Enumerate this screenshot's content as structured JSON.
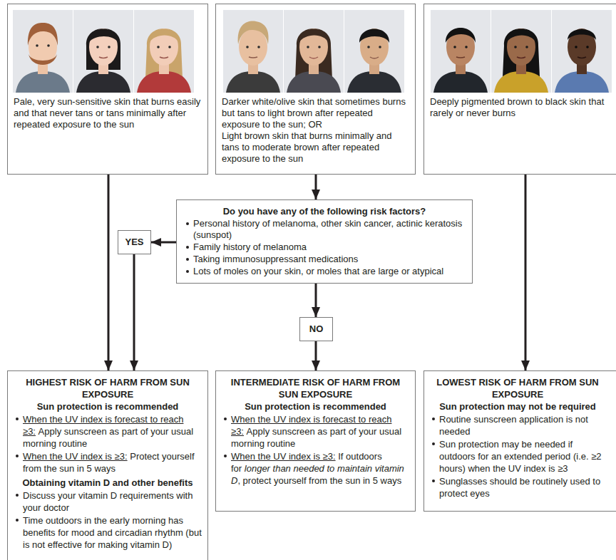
{
  "diagram": {
    "nodes": [
      {
        "text": [
          "Pale, very sun-sensitive skin that burns easily and that never tans or tans minimally after repeated exposure to the sun"
        ]
      },
      {
        "text": [
          "Darker white/olive skin that sometimes burns but tans to light brown after repeated exposure to the sun; OR",
          "Light brown skin that burns minimally and tans to moderate brown after repeated exposure to the sun"
        ]
      },
      {
        "text": [
          "Deeply pigmented brown to black skin that rarely or never burns"
        ]
      },
      {
        "text": [
          "Do you have any of the following risk factors?",
          "Personal history of melanoma, other skin cancer, actinic keratosis (sunspot)",
          "Family history of melanoma",
          "Taking immunosuppressant medications",
          "Lots of moles on your skin, or moles that are large or atypical"
        ]
      },
      {
        "text": [
          "YES"
        ]
      },
      {
        "text": [
          "NO"
        ]
      },
      {
        "text": [
          "HIGHEST RISK OF HARM FROM SUN EXPOSURE",
          "Sun protection is recommended",
          "When the UV index is forecast to reach ≥3:",
          "Apply sunscreen as part of your usual morning routine",
          "When the UV index is ≥3:",
          "Protect yourself from the sun in 5 ways",
          "Obtaining vitamin D and other benefits",
          "Discuss your vitamin D requirements with your doctor",
          "Time outdoors in the early morning has benefits for mood and circadian rhythm (but is not effective for making vitamin D)"
        ]
      },
      {
        "text": [
          "INTERMEDIATE RISK OF HARM FROM SUN EXPOSURE",
          "Sun protection is recommended",
          "When the UV index is forecast to reach ≥3:",
          "Apply sunscreen as part of your usual morning routine",
          "When the UV index is ≥3:",
          "If outdoors for",
          "longer than needed to maintain vitamin D",
          ", protect yourself from the sun in 5 ways"
        ]
      },
      {
        "text": [
          "LOWEST RISK OF HARM FROM SUN EXPOSURE",
          "Sun protection may not be required",
          "Routine sunscreen application is not needed",
          "Sun protection may be needed if outdoors for an extended period (i.e. ≥2 hours) when the UV index is ≥3",
          "Sunglasses should be routinely used to protect eyes"
        ]
      }
    ],
    "edges": [
      {
        "from": 0,
        "to": 6,
        "arrow": "to"
      },
      {
        "from": 1,
        "to": 3,
        "arrow": "to"
      },
      {
        "from": 2,
        "to": 8,
        "arrow": "to"
      },
      {
        "from": 3,
        "to": 4,
        "arrow": "to"
      },
      {
        "from": 4,
        "to": 6,
        "arrow": "to"
      },
      {
        "from": 3,
        "to": 5,
        "arrow": "to"
      },
      {
        "from": 5,
        "to": 7,
        "arrow": "to"
      }
    ]
  }
}
